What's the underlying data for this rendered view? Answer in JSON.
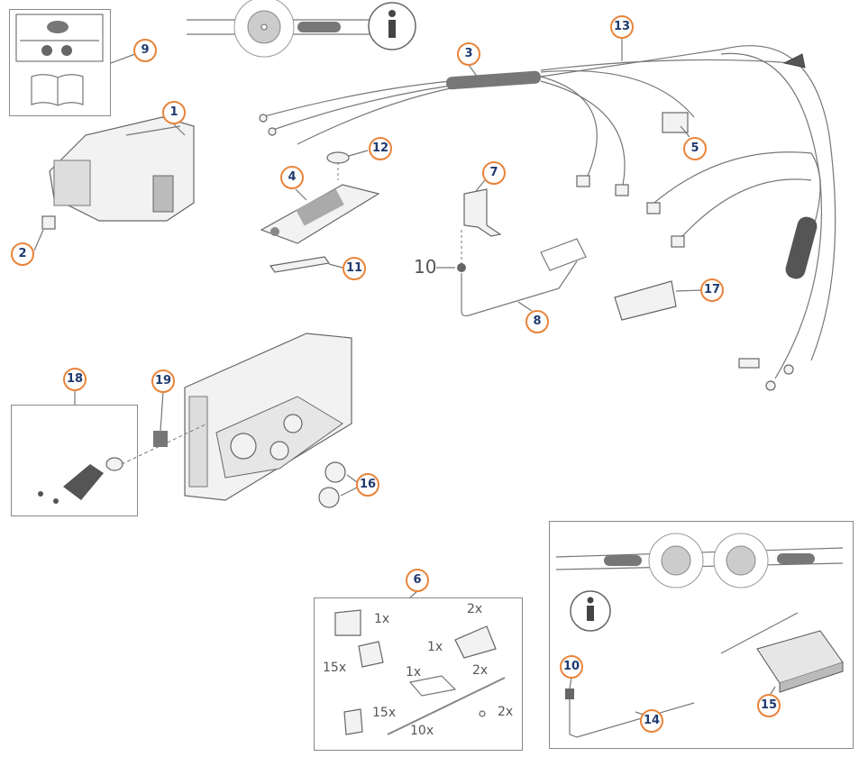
{
  "diagram": {
    "callouts": [
      "9",
      "1",
      "2",
      "4",
      "12",
      "11",
      "3",
      "13",
      "7",
      "5",
      "8",
      "17",
      "18",
      "19",
      "16",
      "6",
      "10",
      "14",
      "15"
    ],
    "loose_label_10": "10",
    "kit_quantities": [
      "1x",
      "15x",
      "15x",
      "1x",
      "2x",
      "1x",
      "2x",
      "10x",
      "2x"
    ],
    "colors": {
      "callout_border": "#e8843a",
      "callout_text": "#1f3a6e",
      "line": "#777777"
    }
  }
}
